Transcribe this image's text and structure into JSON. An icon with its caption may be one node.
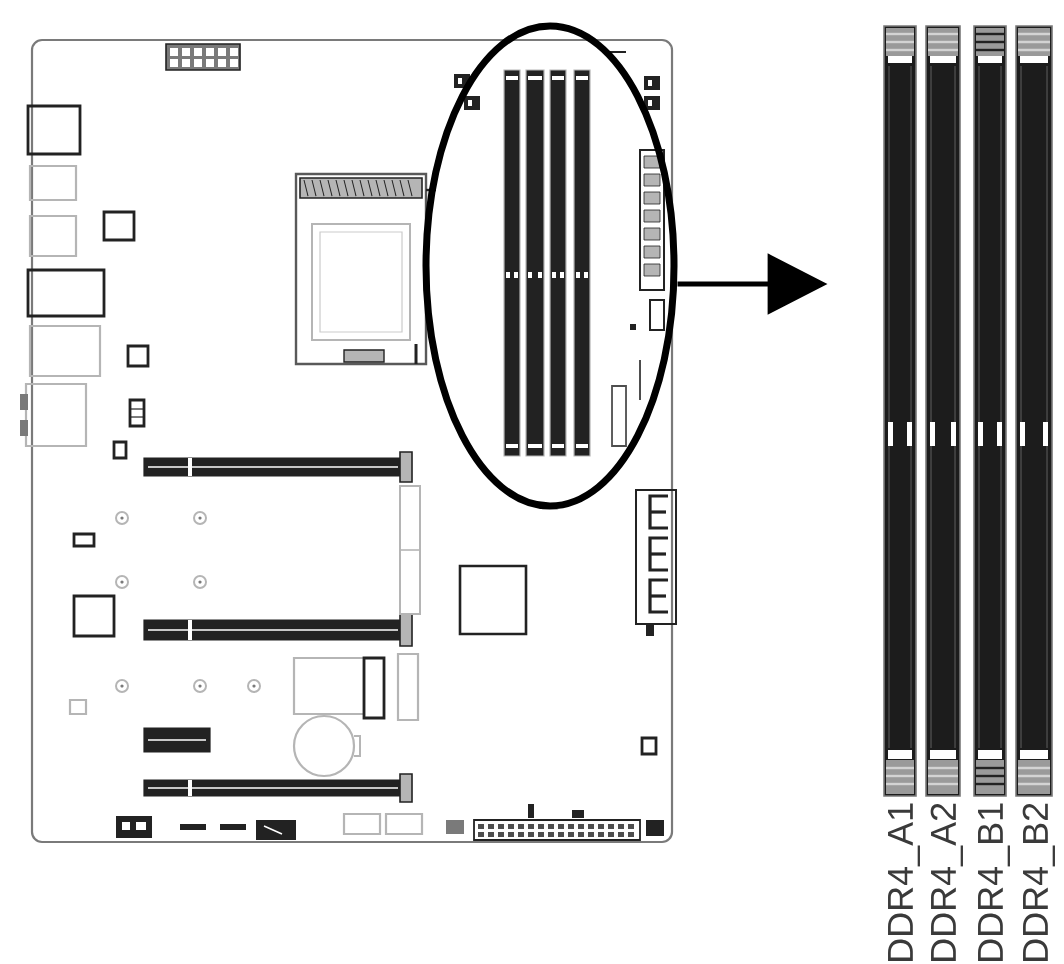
{
  "diagram": {
    "nodes": [
      {
        "text": [],
        "shape": "ellipse"
      },
      {
        "text": [],
        "shape": "picture",
        "beside": [
          "DDR4_A1",
          "DDR4_A2",
          "DDR4_B1",
          "DDR4_B2"
        ]
      }
    ],
    "edges": [
      {
        "from": 0,
        "to": 1,
        "arrow": "to"
      }
    ]
  }
}
